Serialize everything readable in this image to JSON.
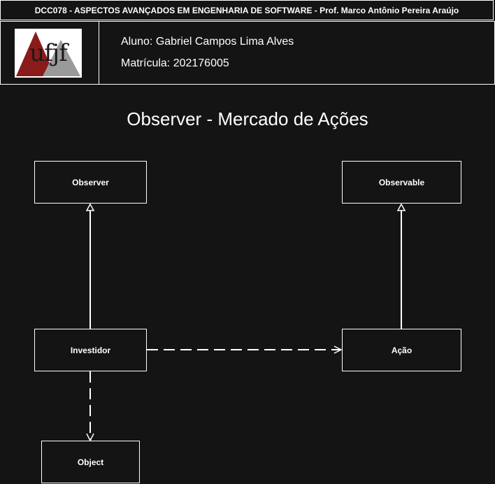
{
  "header": {
    "course": "DCC078 - ASPECTOS AVANÇADOS EM ENGENHARIA DE SOFTWARE - Prof. Marco Antônio Pereira Araújo"
  },
  "info": {
    "logo_text": "ufjf",
    "student": "Aluno: Gabriel Campos Lima Alves",
    "enrollment": "Matrícula: 202176005"
  },
  "diagram": {
    "title": "Observer - Mercado de Ações",
    "nodes": {
      "observer": "Observer",
      "observable": "Observable",
      "investidor": "Investidor",
      "acao": "Ação",
      "object": "Object"
    },
    "edges": [
      {
        "from": "investidor",
        "to": "observer",
        "style": "solid",
        "arrow": "hollow-triangle"
      },
      {
        "from": "acao",
        "to": "observable",
        "style": "solid",
        "arrow": "hollow-triangle"
      },
      {
        "from": "investidor",
        "to": "acao",
        "style": "dashed",
        "arrow": "open"
      },
      {
        "from": "investidor",
        "to": "object",
        "style": "dashed",
        "arrow": "open"
      }
    ]
  },
  "colors": {
    "background": "#141414",
    "foreground": "#ffffff",
    "logo_red": "#8b1a1a",
    "logo_gray": "#9a9a9a"
  }
}
